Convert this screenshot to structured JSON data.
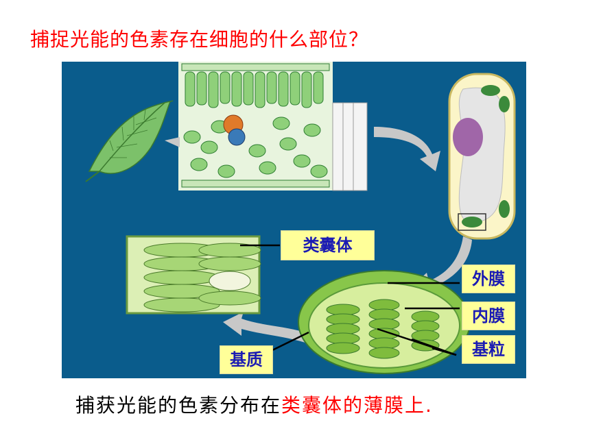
{
  "title": "捕捉光能的色素存在细胞的什么部位？",
  "labels": {
    "thylakoid": "类囊体",
    "outer_membrane": "外膜",
    "inner_membrane": "内膜",
    "grana": "基粒",
    "stroma": "基质"
  },
  "caption": {
    "part1": "捕获光能的色素分布在",
    "part2": "类囊体的薄膜上",
    "part3": "."
  },
  "colors": {
    "title": "#ff0000",
    "panel_bg": "#0a5c8c",
    "tag_bg": "#ffff99",
    "tag_text": "#1b1bb3"
  }
}
